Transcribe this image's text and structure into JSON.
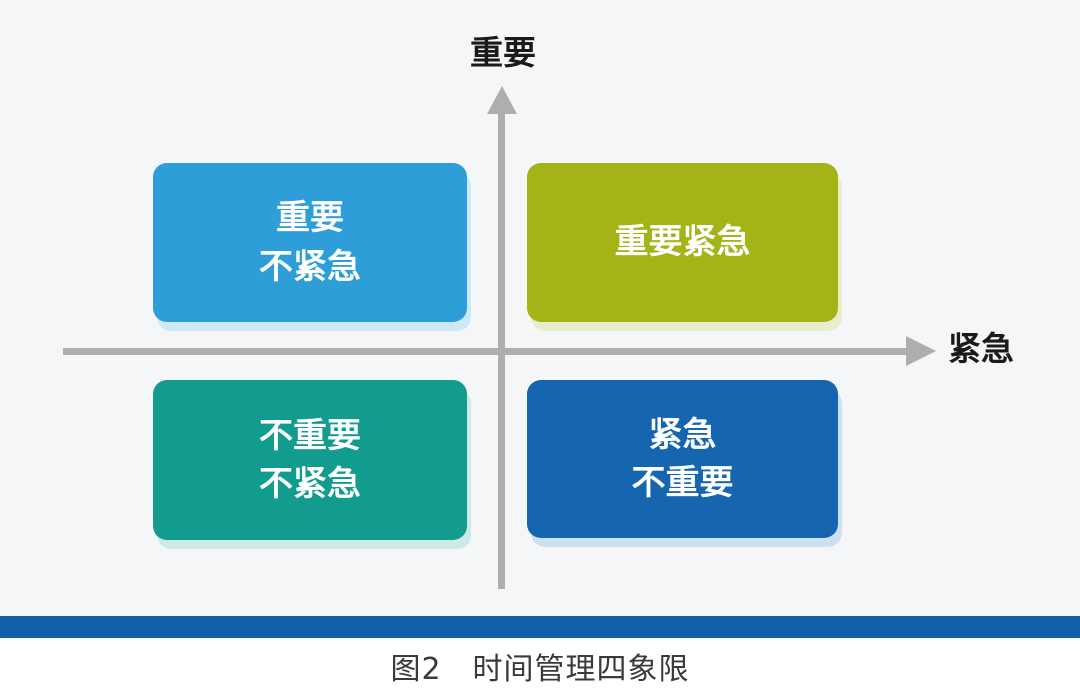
{
  "page": {
    "background_color": "#f5f6f7",
    "caption": "图2　时间管理四象限",
    "caption_color": "#3a3a3a"
  },
  "axes": {
    "y_label": "重要",
    "x_label": "紧急",
    "line_color": "#aeaeae",
    "label_color": "#1a1a1a"
  },
  "quadrants": [
    {
      "id": "important-not-urgent",
      "position": "top-left",
      "lines": [
        "重要",
        "不紧急"
      ],
      "color": "#2d9ed8",
      "edge_color": "#1b7eae",
      "glow_color": "#cde9f6",
      "text_color": "#ffffff"
    },
    {
      "id": "important-urgent",
      "position": "top-right",
      "lines": [
        "重要紧急"
      ],
      "color": "#a4b315",
      "edge_color": "#7f900c",
      "glow_color": "#e9edcd",
      "text_color": "#ffffff"
    },
    {
      "id": "not-important-not-urgent",
      "position": "bottom-left",
      "lines": [
        "不重要",
        "不紧急"
      ],
      "color": "#119c8d",
      "edge_color": "#0b7b71",
      "glow_color": "#cdeae6",
      "text_color": "#ffffff"
    },
    {
      "id": "urgent-not-important",
      "position": "bottom-right",
      "lines": [
        "紧急",
        "不重要"
      ],
      "color": "#1566ae",
      "edge_color": "#0e4d85",
      "glow_color": "#cdE0f0",
      "text_color": "#ffffff"
    }
  ],
  "footer": {
    "bar_color": "#1160a8"
  }
}
